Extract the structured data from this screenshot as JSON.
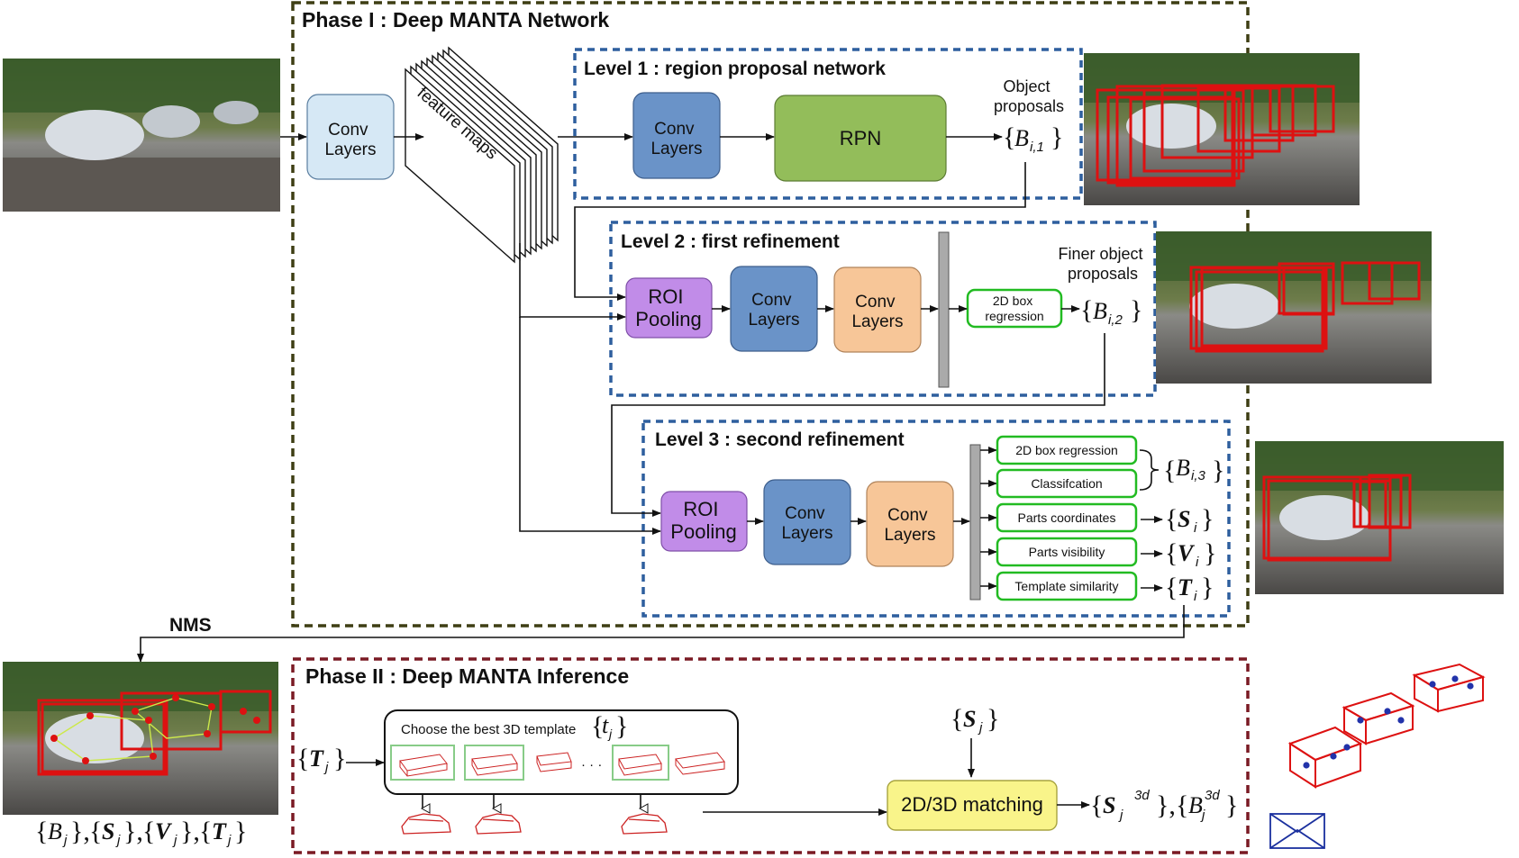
{
  "phase1": {
    "title": "Phase I : Deep MANTA Network",
    "feature_maps": "feature maps",
    "conv_layers": "Conv\nLayers",
    "level1": {
      "title": "Level 1 : region proposal network",
      "conv": "Conv\nLayers",
      "rpn": "RPN",
      "output_label": "Object\nproposals",
      "output_symbol": "B",
      "output_sub": "i,1"
    },
    "level2": {
      "title": "Level 2 : first refinement",
      "roi": "ROI\nPooling",
      "conv1": "Conv\nLayers",
      "conv2": "Conv\nLayers",
      "box_reg": "2D box\nregression",
      "output_label": "Finer object\nproposals",
      "output_symbol": "B",
      "output_sub": "i,2"
    },
    "level3": {
      "title": "Level 3 : second refinement",
      "roi": "ROI\nPooling",
      "conv1": "Conv\nLayers",
      "conv2": "Conv\nLayers",
      "heads": [
        "2D box regression",
        "Classifcation",
        "Parts coordinates",
        "Parts visibility",
        "Template similarity"
      ],
      "out_b_symbol": "B",
      "out_b_sub": "i,3",
      "outputs": [
        {
          "symbol": "S",
          "sub": "i"
        },
        {
          "symbol": "V",
          "sub": "i"
        },
        {
          "symbol": "T",
          "sub": "i"
        }
      ]
    }
  },
  "nms_label": "NMS",
  "bottom_left_outputs": [
    {
      "symbol": "B",
      "sub": "j",
      "bold": false
    },
    {
      "symbol": "S",
      "sub": "j",
      "bold": true
    },
    {
      "symbol": "V",
      "sub": "j",
      "bold": true
    },
    {
      "symbol": "T",
      "sub": "j",
      "bold": true
    }
  ],
  "phase2": {
    "title": "Phase II : Deep MANTA Inference",
    "input_symbol": "T",
    "input_sub": "j",
    "template_box_label": "Choose the best 3D template",
    "template_symbol": "t",
    "template_sub": "j",
    "ellipsis": "· · ·",
    "s_symbol": "S",
    "s_sub": "j",
    "matching": "2D/3D matching",
    "out_s_symbol": "S",
    "out_s_sub": "j",
    "out_s_sup": "3d",
    "out_b_symbol": "B",
    "out_b_sub": "j",
    "out_b_sup": "3d"
  },
  "colors": {
    "phase1_border": "#3e3e14",
    "phase2_border": "#7a1a24",
    "level_border": "#2e5f9e",
    "conv_light": "#d6e8f5",
    "conv_blue": "#6a93c8",
    "rpn_green": "#93bd5a",
    "roi_purple": "#c18ce8",
    "conv_orange": "#f7c698",
    "head_green": "#22bb22",
    "match_yellow": "#f9f48a",
    "box_red": "#dd1111"
  }
}
